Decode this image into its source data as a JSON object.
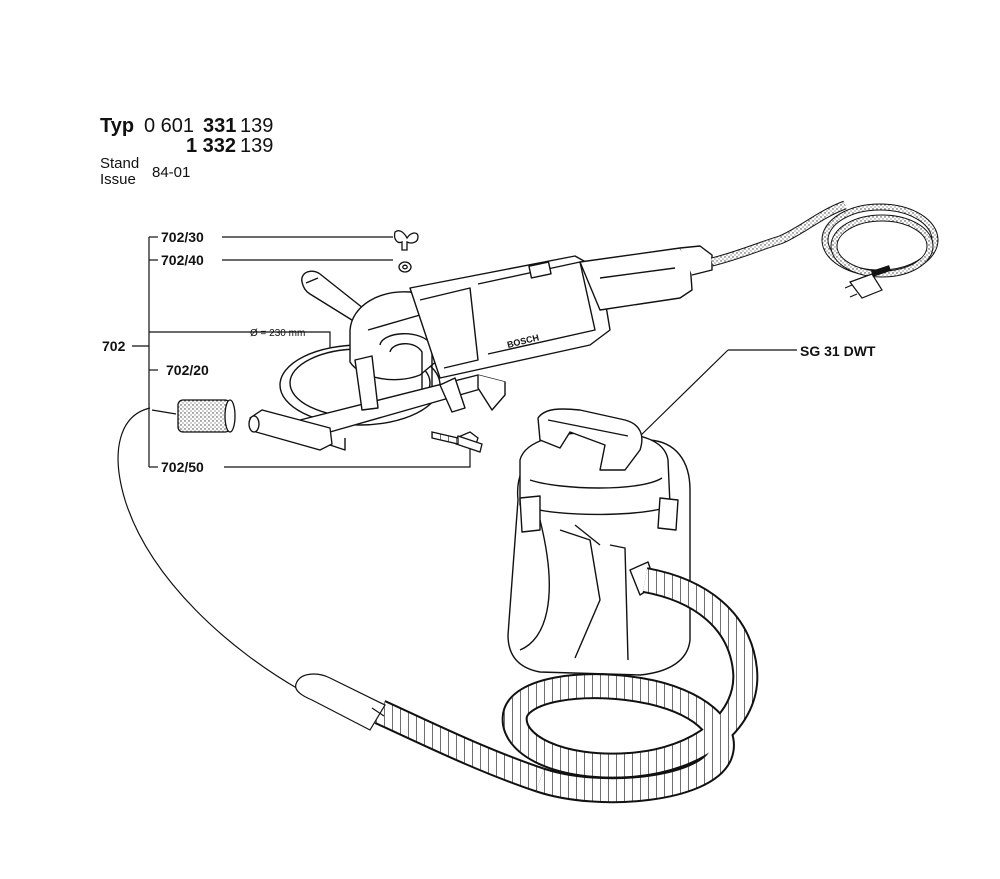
{
  "header": {
    "typ_label": "Typ",
    "line1_prefix": "0 601",
    "line1_bold": "331",
    "line1_suffix": "139",
    "line2_bold": "1 332",
    "line2_suffix": "139",
    "stand_label": "Stand",
    "issue_label": "Issue",
    "issue_value": "84-01"
  },
  "parts": {
    "assembly": "702",
    "wing_nut": "702/30",
    "washer": "702/40",
    "filter_sleeve": "702/20",
    "screw": "702/50",
    "vacuum": "SG 31 DWT",
    "disc_size": "Ø = 230 mm",
    "brand": "BOSCH"
  }
}
